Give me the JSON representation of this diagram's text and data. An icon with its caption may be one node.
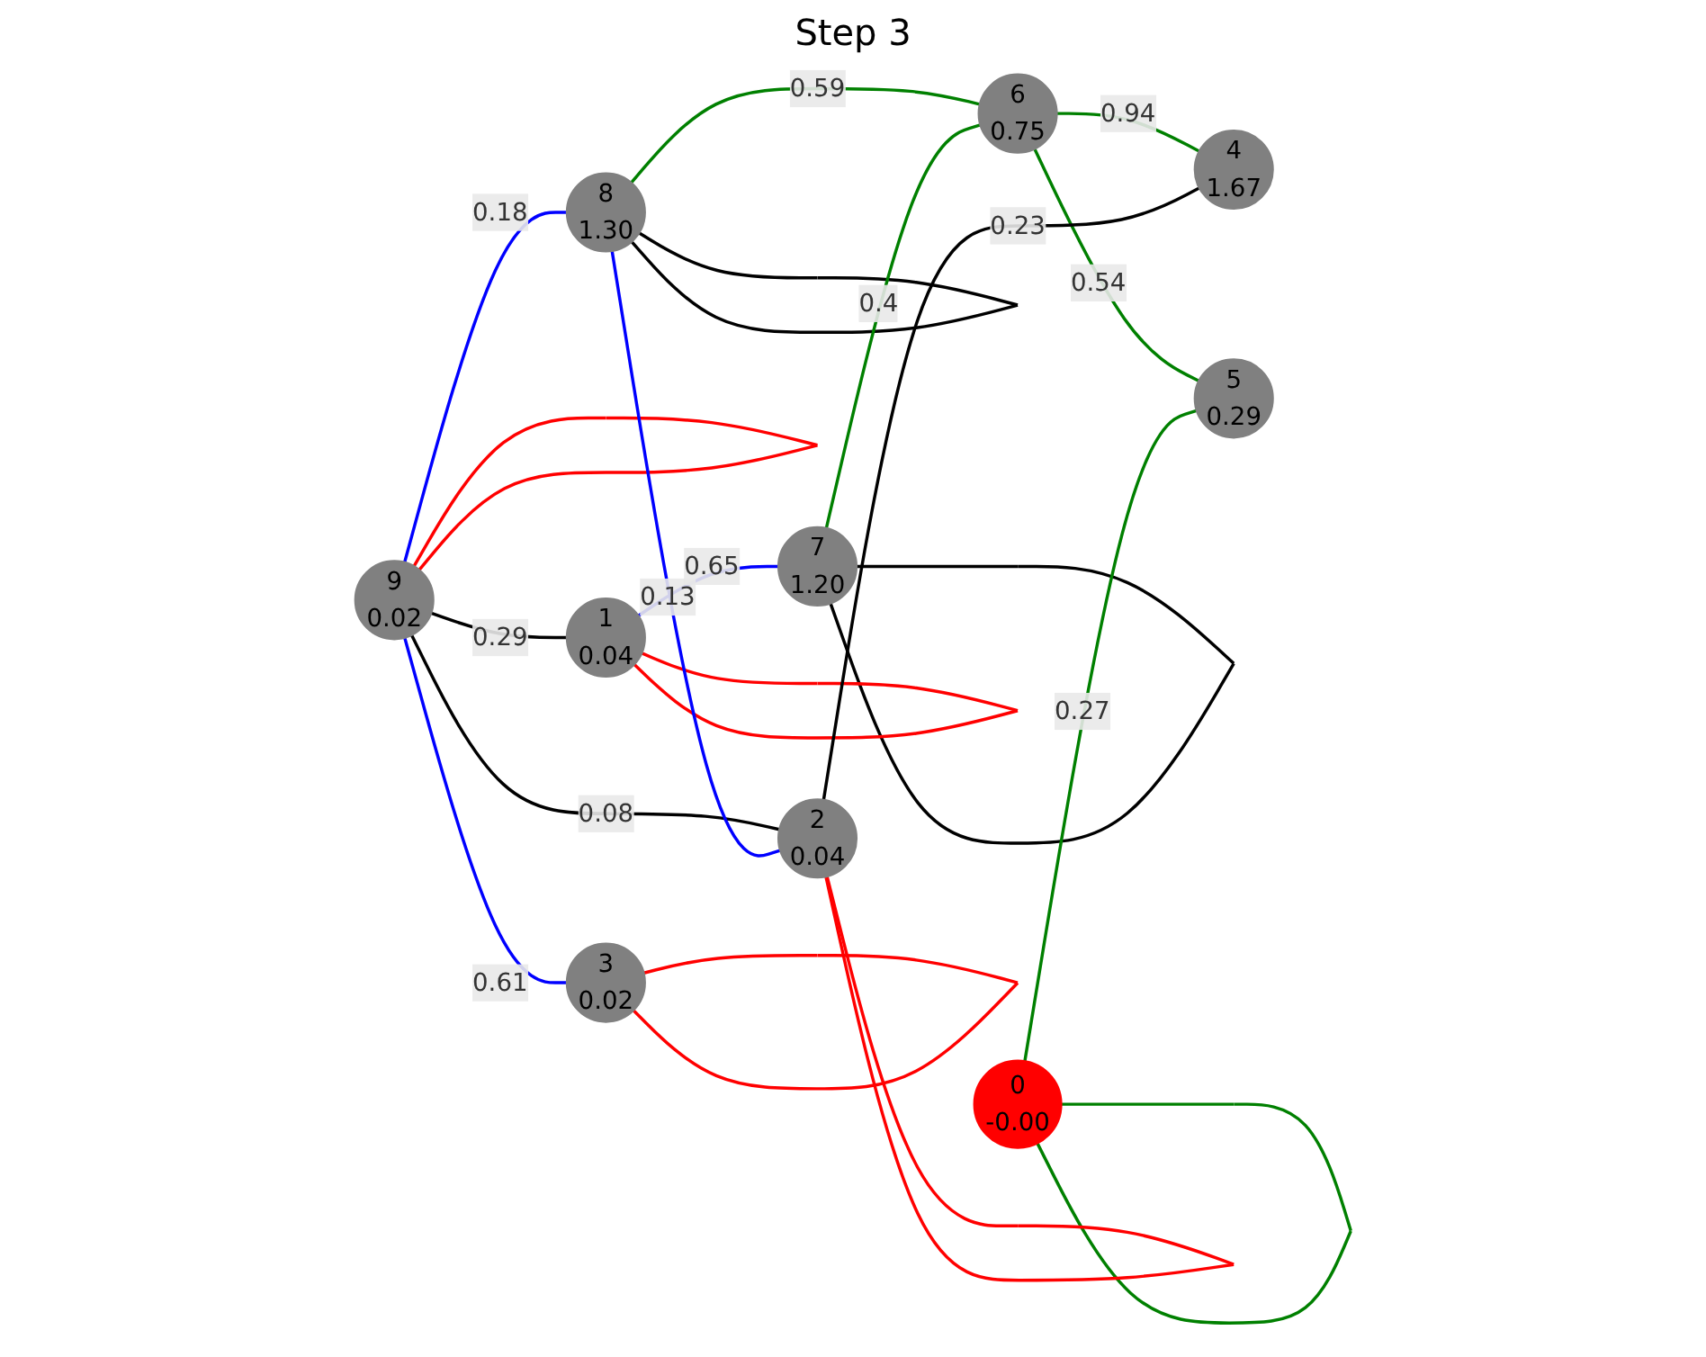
{
  "diagram": {
    "title": "Step 3",
    "nodes": [
      {
        "text": [
          "0",
          "-0.00"
        ]
      },
      {
        "text": [
          "1",
          "0.04"
        ]
      },
      {
        "text": [
          "2",
          "0.04"
        ]
      },
      {
        "text": [
          "3",
          "0.02"
        ]
      },
      {
        "text": [
          "4",
          "1.67"
        ]
      },
      {
        "text": [
          "5",
          "0.29"
        ]
      },
      {
        "text": [
          "6",
          "0.75"
        ]
      },
      {
        "text": [
          "7",
          "1.20"
        ]
      },
      {
        "text": [
          "8",
          "1.30"
        ]
      },
      {
        "text": [
          "9",
          "0.02"
        ]
      }
    ],
    "edges": [
      {
        "from": 8,
        "to": 8,
        "arrow": "none",
        "color": "#000000"
      },
      {
        "from": 7,
        "to": 7,
        "arrow": "none",
        "color": "#000000"
      },
      {
        "from": 9,
        "to": 9,
        "arrow": "none",
        "color": "#ff0000"
      },
      {
        "from": 0,
        "to": 0,
        "arrow": "none"
      },
      {
        "from": 1,
        "to": 1,
        "arrow": "none",
        "color": "#ff0000"
      },
      {
        "from": 2,
        "to": 2,
        "arrow": "none",
        "color": "#ff0000"
      },
      {
        "from": 3,
        "to": 3,
        "arrow": "none",
        "color": "#ff0000"
      },
      {
        "from": 9,
        "to": 8,
        "arrow": "none",
        "label": "0.18",
        "color": "#0000ff"
      },
      {
        "from": 8,
        "to": 6,
        "arrow": "none",
        "label": "0.59"
      },
      {
        "from": 7,
        "to": 6,
        "arrow": "none",
        "label": "0.4"
      },
      {
        "from": 6,
        "to": 5,
        "arrow": "none",
        "label": "0.54"
      },
      {
        "from": 6,
        "to": 4,
        "arrow": "none",
        "label": "0.94"
      },
      {
        "from": 0,
        "to": 5,
        "arrow": "none",
        "label": "0.27"
      },
      {
        "from": 9,
        "to": 1,
        "arrow": "none",
        "label": "0.29",
        "color": "#000000"
      },
      {
        "from": 9,
        "to": 2,
        "arrow": "none",
        "label": "0.08",
        "color": "#000000"
      },
      {
        "from": 8,
        "to": 2,
        "arrow": "none",
        "label": "0.13",
        "color": "#0000ff"
      },
      {
        "from": 1,
        "to": 7,
        "arrow": "none",
        "label": "0.65",
        "color": "#0000ff"
      },
      {
        "from": 9,
        "to": 3,
        "arrow": "none",
        "label": "0.61",
        "color": "#0000ff"
      },
      {
        "from": 2,
        "to": 4,
        "arrow": "none",
        "label": "0.23",
        "color": "#000000"
      }
    ]
  }
}
